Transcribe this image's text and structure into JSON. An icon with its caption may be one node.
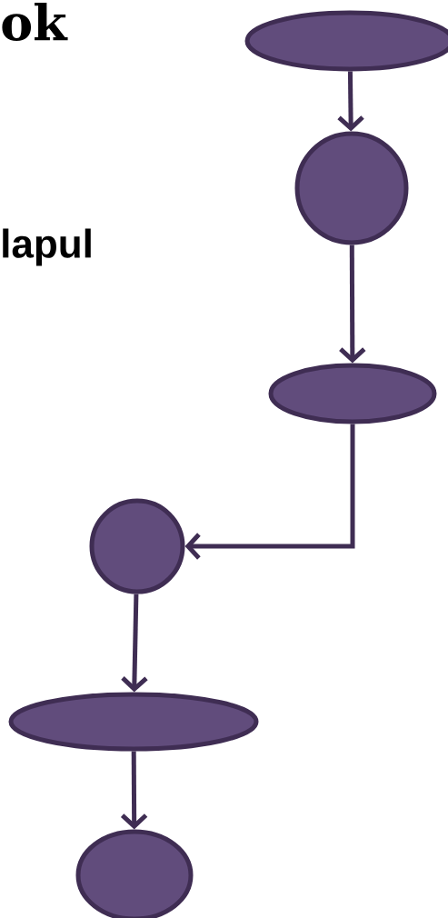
{
  "diagram": {
    "nodes": [
      {
        "text": [],
        "shape": "ellipse"
      },
      {
        "text": [],
        "shape": "circle"
      },
      {
        "text": [],
        "shape": "ellipse"
      },
      {
        "text": [],
        "shape": "circle"
      },
      {
        "text": [],
        "shape": "ellipse"
      },
      {
        "text": [],
        "shape": "ellipse"
      }
    ],
    "edges": [
      {
        "from": 0,
        "to": 1,
        "arrow": "to"
      },
      {
        "from": 1,
        "to": 2,
        "arrow": "to"
      },
      {
        "from": 2,
        "to": 3,
        "arrow": "to"
      },
      {
        "from": 3,
        "to": 4,
        "arrow": "to"
      },
      {
        "from": 4,
        "to": 5,
        "arrow": "to"
      }
    ],
    "labels": [
      "ok",
      "lapul"
    ]
  }
}
